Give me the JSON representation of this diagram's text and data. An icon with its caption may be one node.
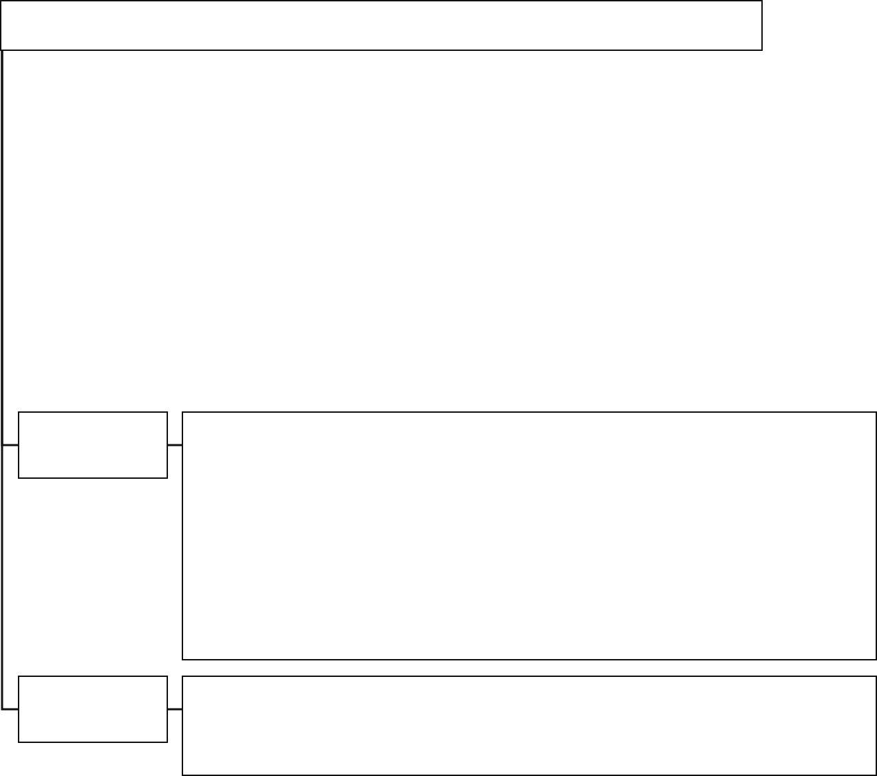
{
  "diagram": {
    "nodes": [
      {
        "text": [],
        "shape": "box"
      },
      {
        "text": [],
        "shape": "box"
      },
      {
        "text": [],
        "shape": "box"
      },
      {
        "text": [],
        "shape": "box"
      },
      {
        "text": [],
        "shape": "box"
      }
    ],
    "edges": [
      {
        "from": 0,
        "to": 1,
        "arrow": "none"
      },
      {
        "from": 1,
        "to": 2,
        "arrow": "none"
      },
      {
        "from": 0,
        "to": 3,
        "arrow": "none"
      },
      {
        "from": 3,
        "to": 4,
        "arrow": "none"
      }
    ]
  }
}
